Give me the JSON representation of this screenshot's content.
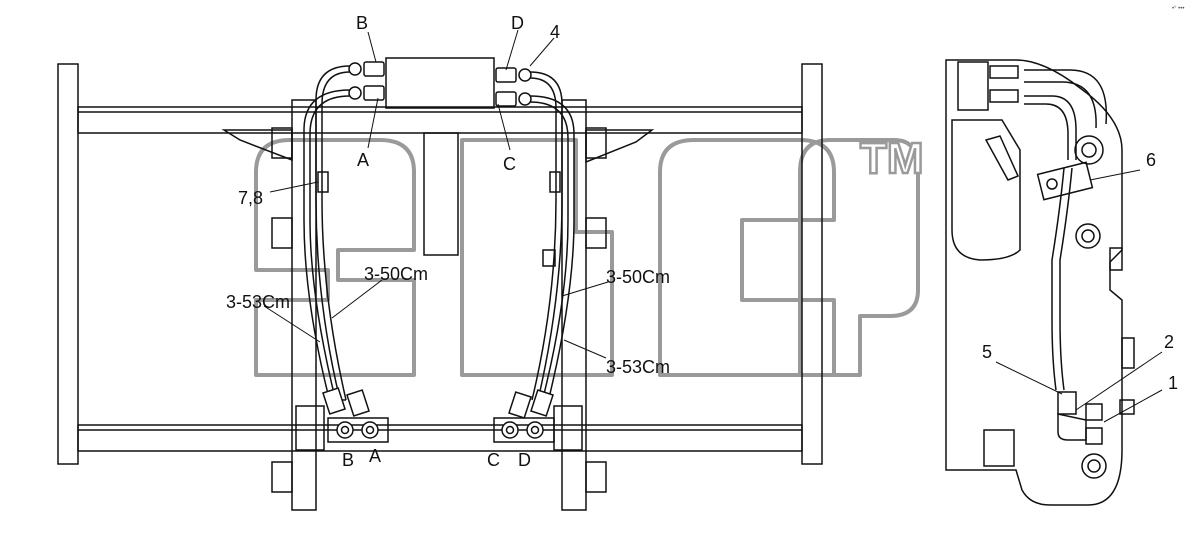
{
  "corner_mark": "•° •••",
  "watermark": {
    "trademark": "TM"
  },
  "labels": {
    "b_top": "B",
    "d_top": "D",
    "num4": "4",
    "a_mid": "A",
    "c_mid": "C",
    "ref_78": "7,8",
    "hose_3_50_left": "3-50Cm",
    "hose_3_53_left": "3-53Cm",
    "hose_3_50_right": "3-50Cm",
    "hose_3_53_right": "3-53Cm",
    "b_bottom": "B",
    "a_bottom": "A",
    "c_bottom": "C",
    "d_bottom": "D",
    "num6": "6",
    "num5": "5",
    "num2": "2",
    "num1": "1"
  }
}
